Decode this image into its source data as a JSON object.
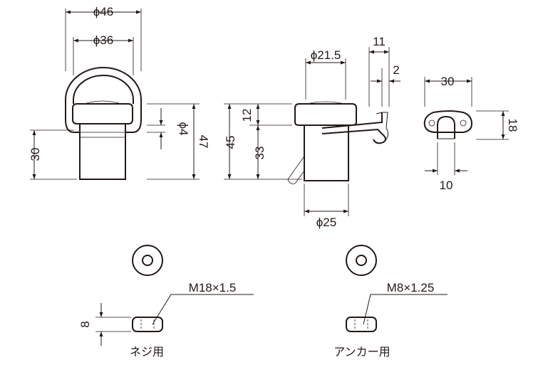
{
  "dimensions": {
    "front_outer_dia": "ϕ46",
    "front_inner_dia": "ϕ36",
    "wire_dia": "ϕ4",
    "total_height": "47",
    "body_height": "30",
    "side_head_dia": "ϕ21.5",
    "side_total_height": "45",
    "side_head_height": "12",
    "side_body_height": "33",
    "side_body_dia": "ϕ25",
    "hook_offset": "11",
    "hook_thickness": "2",
    "plate_width": "30",
    "plate_height": "18",
    "plate_opening": "10",
    "nut_height": "8"
  },
  "nuts": {
    "screw_thread": "M18×1.5",
    "screw_caption": "ネジ用",
    "anchor_thread": "M8×1.25",
    "anchor_caption": "アンカー用"
  }
}
